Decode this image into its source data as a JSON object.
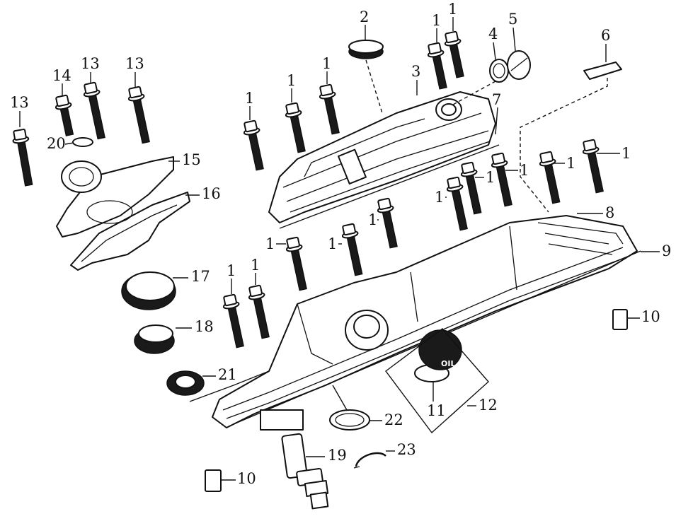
{
  "diagram": {
    "part_numbers": [
      "1",
      "2",
      "3",
      "4",
      "5",
      "6",
      "7",
      "8",
      "9",
      "10",
      "11",
      "12",
      "13",
      "14",
      "15",
      "16",
      "17",
      "18",
      "19",
      "20",
      "21",
      "22",
      "23"
    ],
    "callouts": [
      {
        "id": "c2",
        "text": "2"
      },
      {
        "id": "c3",
        "text": "3"
      },
      {
        "id": "c4",
        "text": "4"
      },
      {
        "id": "c5",
        "text": "5"
      },
      {
        "id": "c6",
        "text": "6"
      },
      {
        "id": "c7",
        "text": "7"
      },
      {
        "id": "c8",
        "text": "8"
      },
      {
        "id": "c9",
        "text": "9"
      },
      {
        "id": "c10a",
        "text": "10"
      },
      {
        "id": "c10b",
        "text": "10"
      },
      {
        "id": "c11",
        "text": "11"
      },
      {
        "id": "c12",
        "text": "12"
      },
      {
        "id": "c13a",
        "text": "13"
      },
      {
        "id": "c13b",
        "text": "13"
      },
      {
        "id": "c13c",
        "text": "13"
      },
      {
        "id": "c14",
        "text": "14"
      },
      {
        "id": "c15",
        "text": "15"
      },
      {
        "id": "c16",
        "text": "16"
      },
      {
        "id": "c17",
        "text": "17"
      },
      {
        "id": "c18",
        "text": "18"
      },
      {
        "id": "c19",
        "text": "19"
      },
      {
        "id": "c20",
        "text": "20"
      },
      {
        "id": "c21",
        "text": "21"
      },
      {
        "id": "c22",
        "text": "22"
      },
      {
        "id": "c23",
        "text": "23"
      }
    ],
    "bolt_label": "1",
    "oil_cap_text": "OIL"
  }
}
